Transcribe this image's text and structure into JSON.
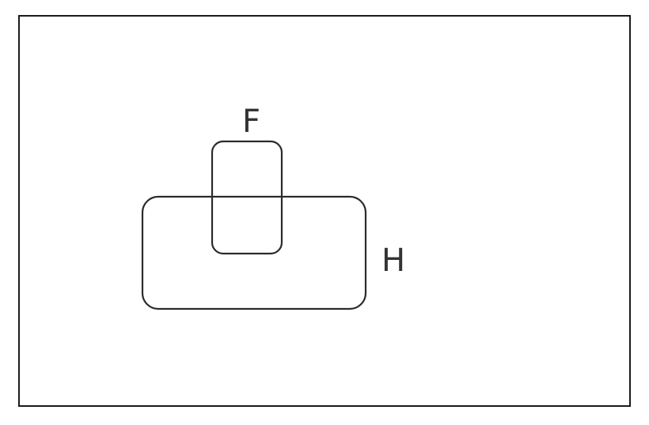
{
  "sets": [
    {
      "id": "F",
      "label": "F"
    },
    {
      "id": "H",
      "label": "H"
    }
  ],
  "relationship": "F overlaps H",
  "colors": {
    "stroke": "#2b2b2b",
    "text": "#333333",
    "background": "#ffffff"
  }
}
